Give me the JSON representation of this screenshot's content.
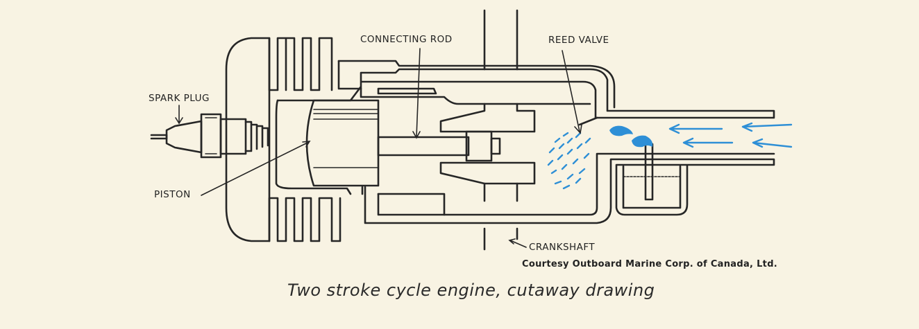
{
  "labels": {
    "spark_plug": "SPARK PLUG",
    "piston": "PISTON",
    "connecting_rod": "CONNECTING ROD",
    "reed_valve": "REED VALVE",
    "crankshaft": "CRANKSHAFT"
  },
  "credit": "Courtesy Outboard Marine Corp. of Canada, Ltd.",
  "caption": "Two stroke cycle engine, cutaway drawing",
  "colors": {
    "ink": "#262626",
    "fuel_flow": "#2e8fd6",
    "paper": "#f8f3e3"
  }
}
